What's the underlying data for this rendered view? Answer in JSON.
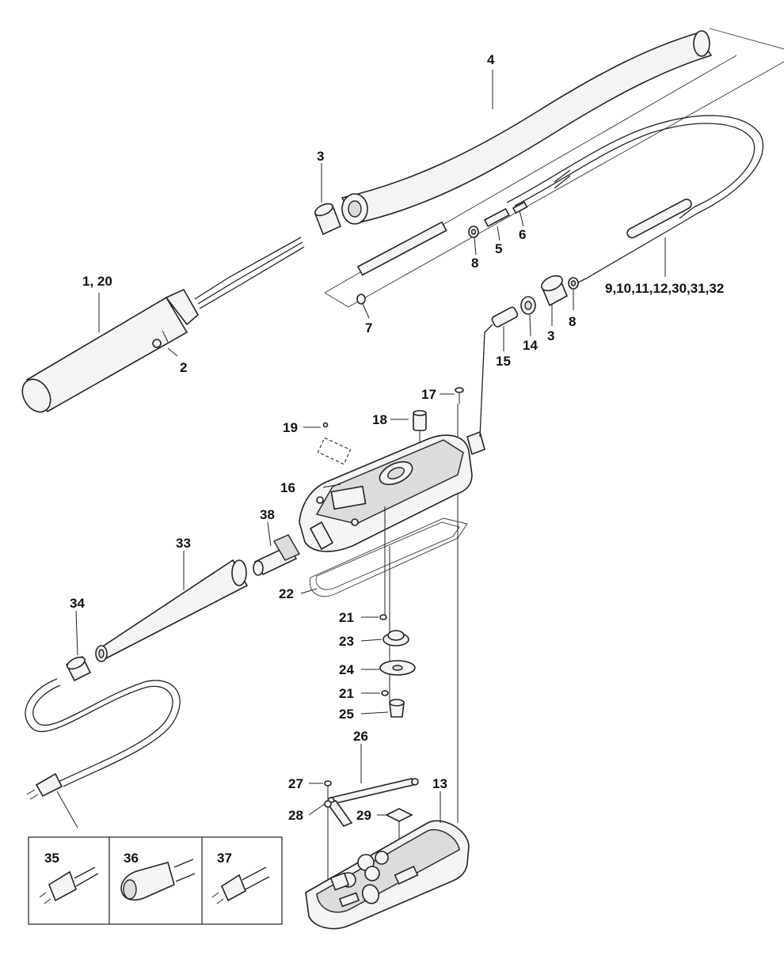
{
  "labels": {
    "l1_20": "1, 20",
    "l2": "2",
    "l3a": "3",
    "l3b": "3",
    "l4": "4",
    "l5": "5",
    "l6": "6",
    "l7": "7",
    "l8a": "8",
    "l8b": "8",
    "l9_32": "9,10,11,12,30,31,32",
    "l13": "13",
    "l14": "14",
    "l15": "15",
    "l16": "16",
    "l17": "17",
    "l18": "18",
    "l19": "19",
    "l21a": "21",
    "l21b": "21",
    "l22": "22",
    "l23": "23",
    "l24": "24",
    "l25": "25",
    "l26": "26",
    "l27": "27",
    "l28": "28",
    "l29": "29",
    "l33": "33",
    "l34": "34",
    "l35": "35",
    "l36": "36",
    "l37": "37",
    "l38": "38"
  }
}
